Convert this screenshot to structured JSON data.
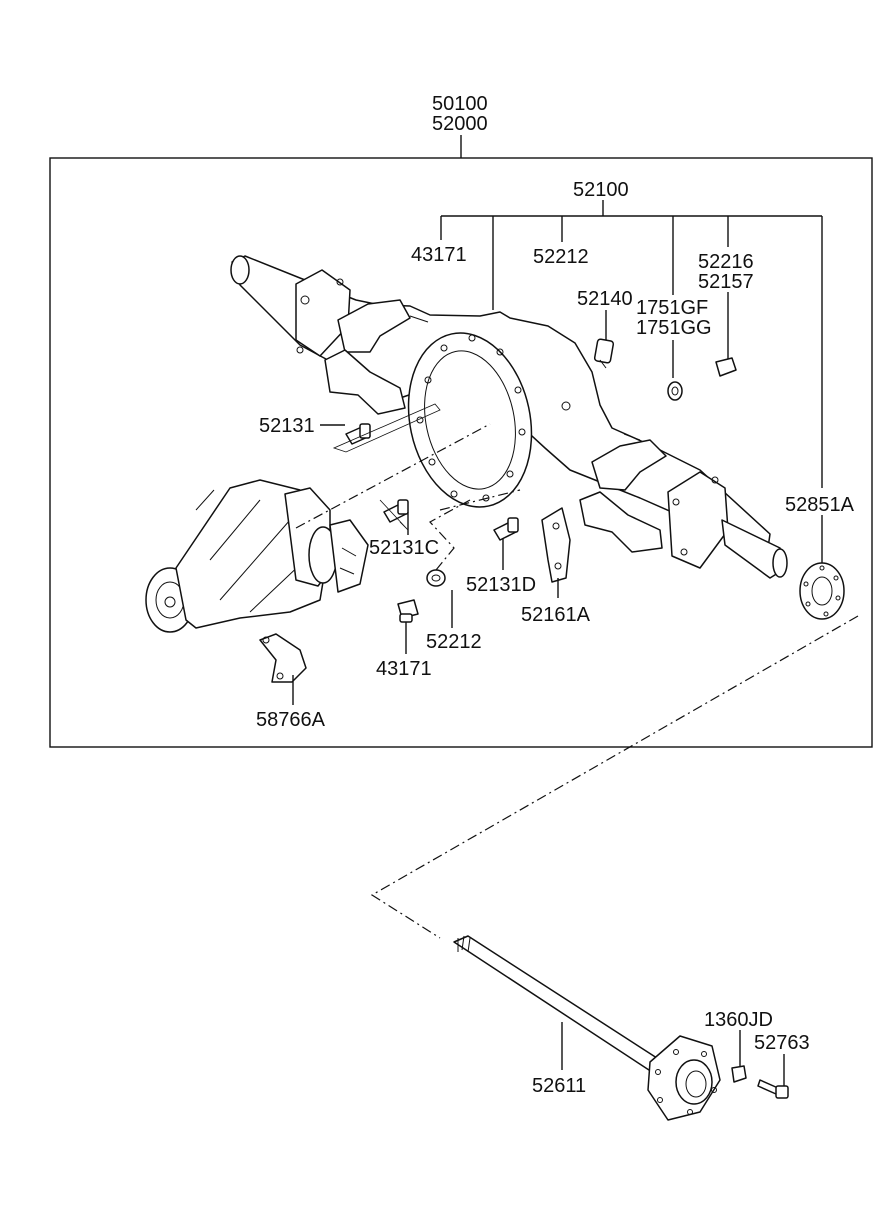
{
  "labels": {
    "assembly_top": "50100",
    "assembly_bottom": "52000",
    "housing": "52100",
    "plug_left": "43171",
    "washer_top": "52212",
    "breather": "52140",
    "bolt_gf": "1751GF",
    "bolt_gg": "1751GG",
    "nut_52216": "52216",
    "nut_52157": "52157",
    "stud": "52131",
    "backing_plate": "52851A",
    "stud_c": "52131C",
    "stud_d": "52131D",
    "bracket": "52161A",
    "washer_bottom": "52212",
    "plug_bottom": "43171",
    "mount_bracket": "58766A",
    "axle_shaft": "52611",
    "bearing_retainer": "1360JD",
    "hub_bolt": "52763"
  },
  "icons": {
    "housing": "axle-housing-icon",
    "carrier": "differential-carrier-icon",
    "shaft": "axle-shaft-icon"
  }
}
